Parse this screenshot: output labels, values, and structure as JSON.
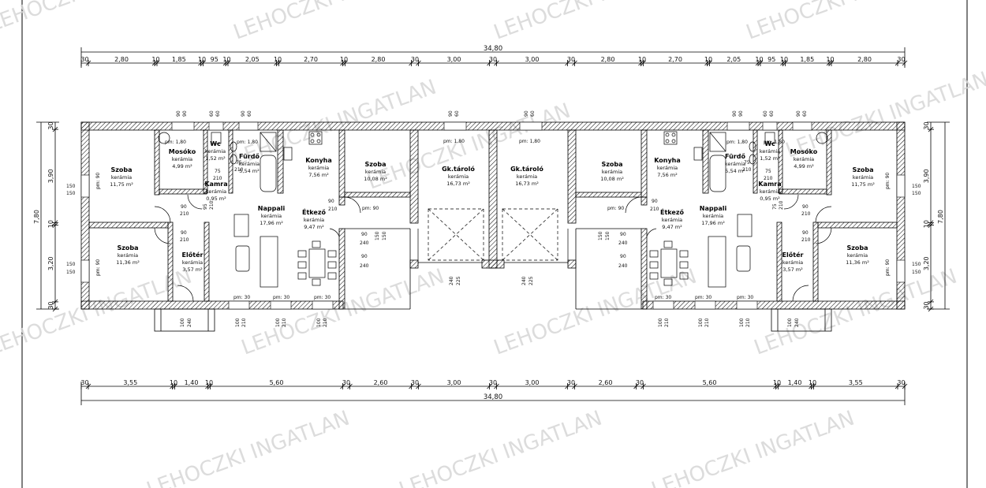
{
  "total_width": "34,80",
  "total_depth": "7,80",
  "top_dims": [
    "30",
    "2,80",
    "10",
    "1,85",
    "10",
    "95",
    "10",
    "2,05",
    "10",
    "2,70",
    "10",
    "2,80",
    "30",
    "3,00",
    "30",
    "3,00",
    "30",
    "2,80",
    "10",
    "2,70",
    "10",
    "2,05",
    "10",
    "95",
    "10",
    "1,85",
    "10",
    "2,80",
    "30"
  ],
  "bottom_dims": [
    "30",
    "3,55",
    "10",
    "1,40",
    "10",
    "5,60",
    "30",
    "2,60",
    "30",
    "3,00",
    "30",
    "3,00",
    "30",
    "2,60",
    "30",
    "5,60",
    "10",
    "1,40",
    "10",
    "3,55",
    "30"
  ],
  "left_dims": [
    "30",
    "3,90",
    "10",
    "3,20",
    "30"
  ],
  "right_dims": [
    "30",
    "3,90",
    "10",
    "3,20",
    "30"
  ],
  "floor_label": "kerámia",
  "rooms": [
    {
      "name": "Szoba",
      "floor": "kerámia",
      "area": "11,75 m²"
    },
    {
      "name": "Mosókо",
      "floor": "kerámia",
      "area": "4,99 m²"
    },
    {
      "name": "Wc",
      "floor": "kerámia",
      "area": "1,52 m²"
    },
    {
      "name": "Fürdő",
      "floor": "kerámia",
      "area": "5,54 m²"
    },
    {
      "name": "Konyha",
      "floor": "kerámia",
      "area": "7,56 m²"
    },
    {
      "name": "Szoba",
      "floor": "kerámia",
      "area": "10,08 m²"
    },
    {
      "name": "Gk.tároló",
      "floor": "kerámia",
      "area": "16,73 m²"
    },
    {
      "name": "Gk.tároló",
      "floor": "kerámia",
      "area": "16,73 m²"
    },
    {
      "name": "Szoba",
      "floor": "kerámia",
      "area": "10,08 m²"
    },
    {
      "name": "Konyha",
      "floor": "kerámia",
      "area": "7,56 m²"
    },
    {
      "name": "Fürdő",
      "floor": "kerámia",
      "area": "5,54 m²"
    },
    {
      "name": "Wc",
      "floor": "kerámia",
      "area": "1,52 m²"
    },
    {
      "name": "Mosókо",
      "floor": "kerámia",
      "area": "4,99 m²"
    },
    {
      "name": "Szoba",
      "floor": "kerámia",
      "area": "11,75 m²"
    },
    {
      "name": "Szoba",
      "floor": "kerámia",
      "area": "11,36 m²"
    },
    {
      "name": "Előtér",
      "floor": "kerámia",
      "area": "3,57 m²"
    },
    {
      "name": "Nappali",
      "floor": "kerámia",
      "area": "17,96 m²"
    },
    {
      "name": "Étkező",
      "floor": "kerámia",
      "area": "9,47 m²"
    },
    {
      "name": "Étkező",
      "floor": "kerámia",
      "area": "9,47 m²"
    },
    {
      "name": "Nappali",
      "floor": "kerámia",
      "area": "17,96 m²"
    },
    {
      "name": "Előtér",
      "floor": "kerámia",
      "area": "3,57 m²"
    },
    {
      "name": "Szoba",
      "floor": "kerámia",
      "area": "11,36 m²"
    },
    {
      "name": "Kamra",
      "floor": "kerámia",
      "area": "0,95 m²"
    },
    {
      "name": "Kamra",
      "floor": "kerámia",
      "area": "0,95 m²"
    }
  ],
  "openings": {
    "pm180": "pm: 1,80",
    "pm90": "pm: 90",
    "pm30": "pm: 30",
    "w90_60": "90",
    "w60_60": "60",
    "d90": "90",
    "d210": "210",
    "d240": "240",
    "d100": "100",
    "d150": "150",
    "d75": "75",
    "d95": "95",
    "d225": "225"
  },
  "watermark": "LEHOCZKI INGATLAN"
}
